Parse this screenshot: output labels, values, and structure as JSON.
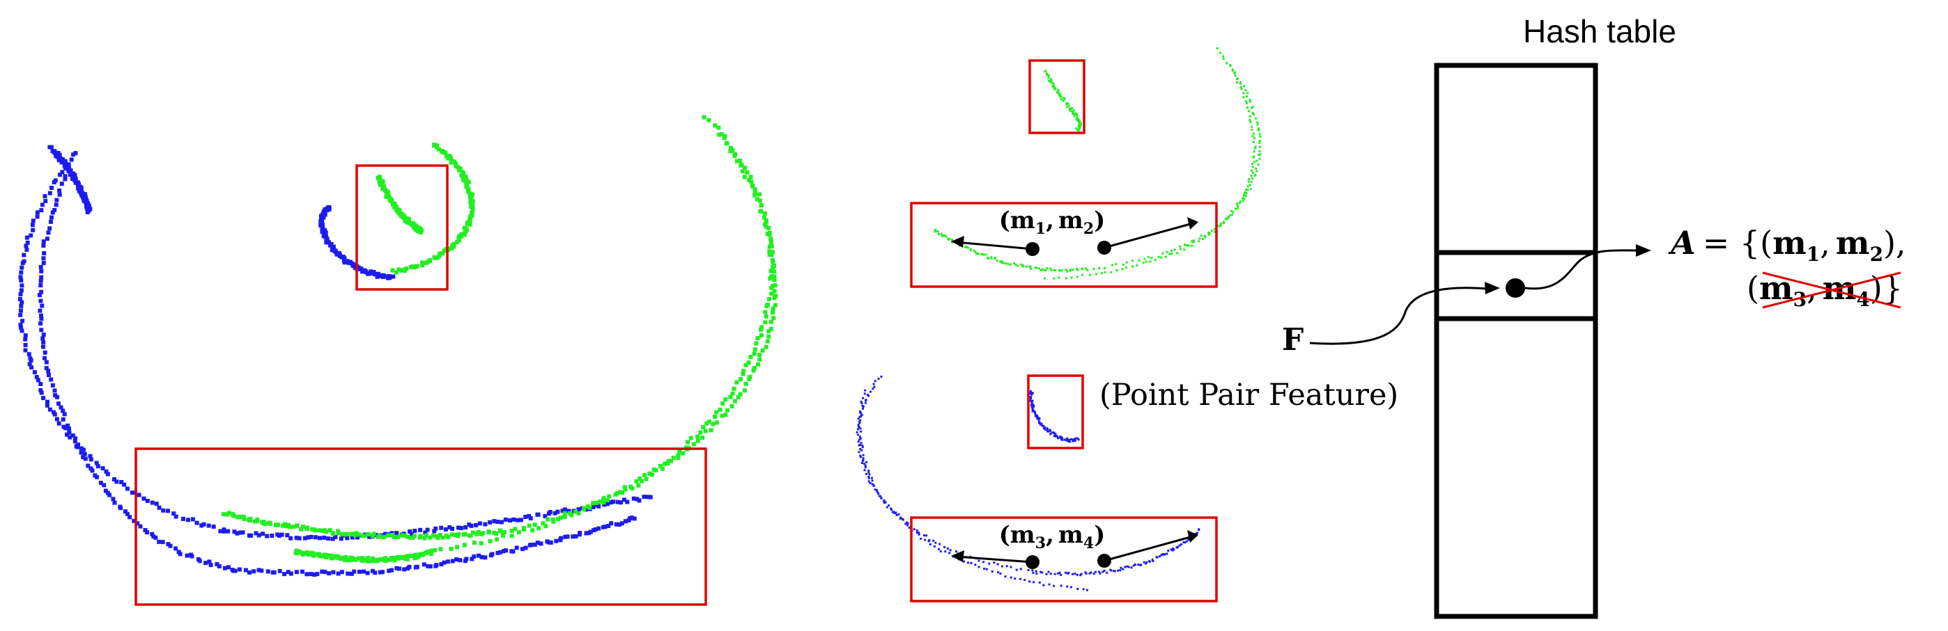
{
  "hash_table": {
    "title": "Hash table"
  },
  "pair_labels": {
    "top": {
      "open": "(",
      "m_a": "m",
      "sub_a": "1",
      "comma": ",",
      "m_b": "m",
      "sub_b": "2",
      "close": ")"
    },
    "bottom": {
      "open": "(",
      "m_a": "m",
      "sub_a": "3",
      "comma": ",",
      "m_b": "m",
      "sub_b": "4",
      "close": ")"
    }
  },
  "feature": {
    "symbol": "F",
    "caption": "(Point Pair Feature)"
  },
  "set_equation": {
    "var": "A",
    "eq": "= {(",
    "m1": "m",
    "s1": "1",
    "comma1": ",",
    "m2": "m",
    "s2": "2",
    "close1": "),",
    "open2": "(",
    "m3": "m",
    "s3": "3",
    "comma2": ",",
    "m4": "m",
    "s4": "4",
    "close2": ")}"
  },
  "colors": {
    "model_cloud": "#1c1cf0",
    "scene_cloud": "#22ee22",
    "highlight_box": "#e00000",
    "ink": "#000000"
  }
}
